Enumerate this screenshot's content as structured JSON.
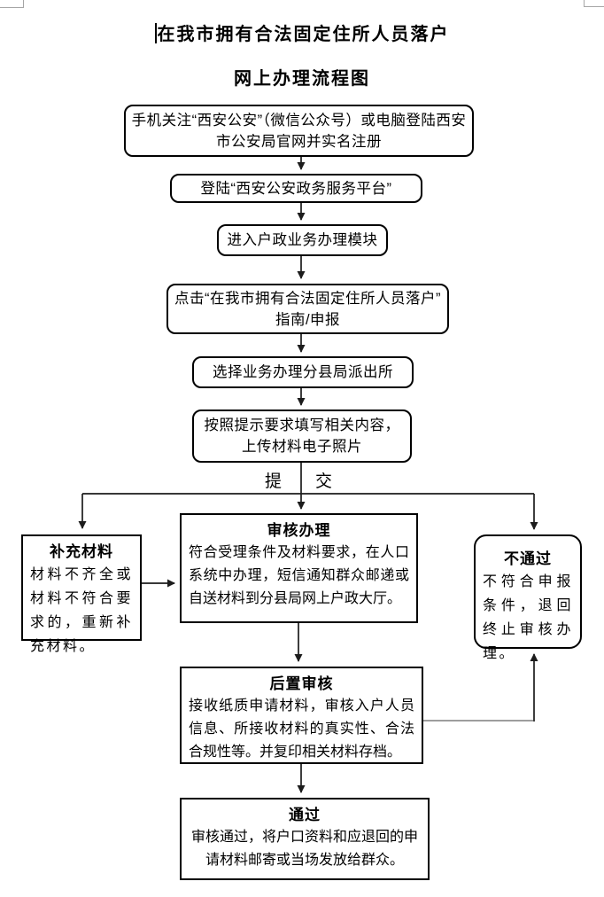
{
  "title": {
    "line1": "在我市拥有合法固定住所人员落户",
    "line2": "网上办理流程图"
  },
  "steps": {
    "register": "手机关注“西安公安”（微信公众号）或电脑登陆西安市公安局官网并实名注册",
    "login": "登陆“西安公安政务服务平台”",
    "enter_module": "进入户政业务办理模块",
    "click_guide_line1": "点击“在我市拥有合法固定住所人员落户”",
    "click_guide_line2": "指南/申报",
    "select_station": "选择业务办理分县局派出所",
    "fill_upload": "按照提示要求填写相关内容，上传材料电子照片"
  },
  "labels": {
    "submit_left": "提",
    "submit_right": "交"
  },
  "nodes": {
    "supplement": {
      "title": "补充材料",
      "body": "材料不齐全或材料不符合要求的，重新补充材料。"
    },
    "review": {
      "title": "审核办理",
      "body": "符合受理条件及材料要求，在人口系统中办理，短信通知群众邮递或自送材料到分县局网上户政大厅。"
    },
    "reject": {
      "title": "不通过",
      "body": "不符合申报条件，退回终止审核办理。"
    },
    "post_review": {
      "title": "后置审核",
      "body": "接收纸质申请材料，审核入户人员信息、所接收材料的真实性、合法合规性等。并复印相关材料存档。"
    },
    "pass": {
      "title": "通过",
      "body": "审核通过，将户口资料和应退回的申请材料邮寄或当场发放给群众。"
    }
  },
  "colors": {
    "line": "#1c1c1c",
    "gray_line": "#8f8f8f",
    "border": "#000000"
  }
}
